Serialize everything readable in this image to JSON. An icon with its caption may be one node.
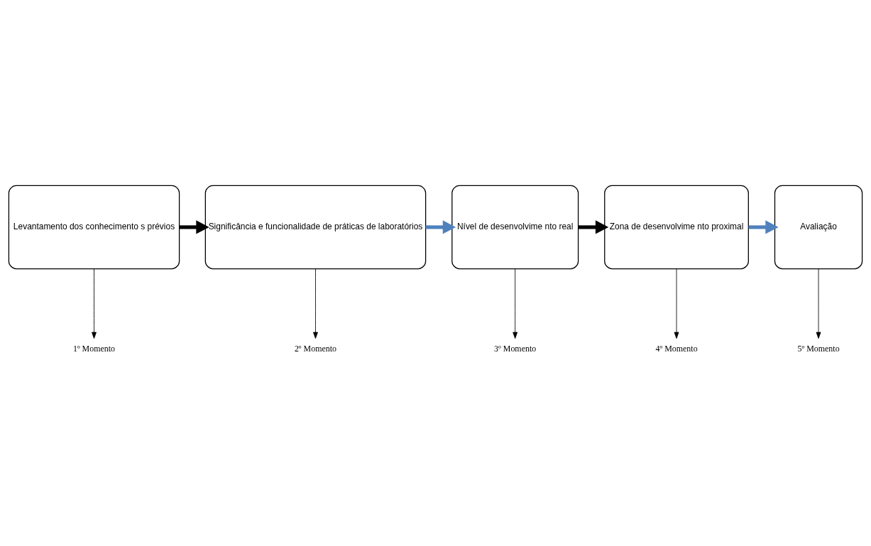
{
  "diagram": {
    "nodes": [
      {
        "text": [
          "Levantamento dos conhecimento s prévios"
        ]
      },
      {
        "text": [
          "Significância e funcionalidade de práticas de laboratórios"
        ]
      },
      {
        "text": [
          "Nível de desenvolvime nto real"
        ]
      },
      {
        "text": [
          "Zona de desenvolvime nto proximal"
        ]
      },
      {
        "text": [
          "Avaliação"
        ]
      },
      {
        "text": [
          "1º Momento"
        ]
      },
      {
        "text": [
          "2º Momento"
        ]
      },
      {
        "text": [
          "3º Momento"
        ]
      },
      {
        "text": [
          "4º Momento"
        ]
      },
      {
        "text": [
          "5º Momento"
        ]
      }
    ],
    "edges": [
      {
        "from": 0,
        "to": 1,
        "arrow": "to",
        "style": "thick"
      },
      {
        "from": 2,
        "to": 3,
        "arrow": "to",
        "style": "thick"
      },
      {
        "from": 1,
        "to": 2,
        "arrow": "to",
        "style": "thick",
        "color": "#4f81bd"
      },
      {
        "from": 3,
        "to": 4,
        "arrow": "to",
        "style": "thick",
        "color": "#4f81bd"
      },
      {
        "from": 0,
        "to": 5,
        "arrow": "to"
      },
      {
        "from": 1,
        "to": 6,
        "arrow": "to"
      },
      {
        "from": 2,
        "to": 7,
        "arrow": "to"
      },
      {
        "from": 3,
        "to": 8,
        "arrow": "to"
      },
      {
        "from": 4,
        "to": 9,
        "arrow": "to"
      }
    ]
  }
}
